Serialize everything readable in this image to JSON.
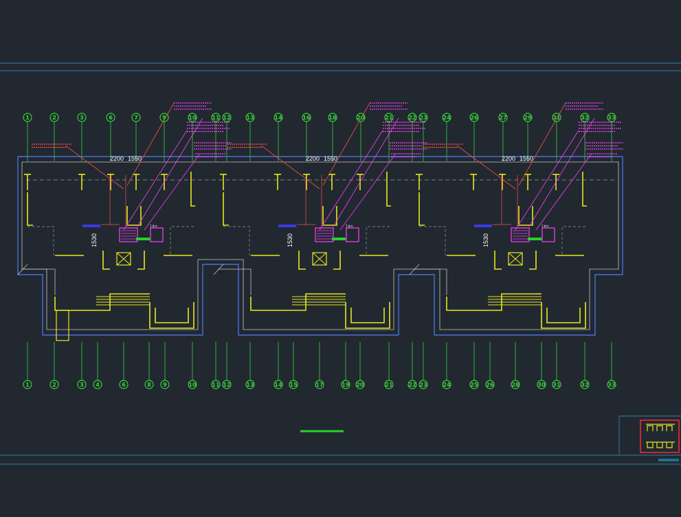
{
  "drawing": {
    "colors": {
      "background": "#212830",
      "border_line": "#2f6f8f",
      "axis": "#3ad13a",
      "wall": "#e8e81e",
      "outline": "#4a6fd8",
      "room_outline": "#c8c8c8",
      "annotation_red": "#ff4f4f",
      "annotation_magenta": "#ff3fff",
      "dashed": "#9a9a9a"
    },
    "top_axes": [
      "1",
      "2",
      "3",
      "6",
      "7",
      "9",
      "10",
      "11",
      "12",
      "13",
      "14",
      "16",
      "18",
      "20",
      "21",
      "22",
      "23",
      "24",
      "26",
      "27",
      "29",
      "31",
      "32",
      "33"
    ],
    "bottom_axes": [
      "1",
      "2",
      "3",
      "4",
      "6",
      "8",
      "9",
      "10",
      "11",
      "12",
      "13",
      "14",
      "15",
      "17",
      "19",
      "20",
      "21",
      "22",
      "23",
      "24",
      "25",
      "26",
      "28",
      "30",
      "31",
      "32",
      "33"
    ],
    "units": [
      {
        "dim_a": "2200",
        "dim_b": "1550",
        "side_dim": "1530",
        "elev": "7.8℃"
      },
      {
        "dim_a": "2200",
        "dim_b": "1550",
        "side_dim": "1530",
        "elev": "7.8℃"
      },
      {
        "dim_a": "2200",
        "dim_b": "1550",
        "side_dim": "1530",
        "elev": "7.8℃"
      }
    ]
  }
}
